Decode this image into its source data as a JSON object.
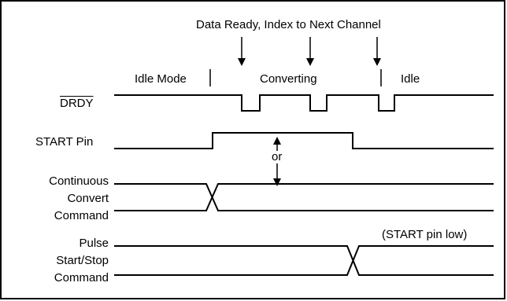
{
  "header": {
    "title": "Data Ready, Index to Next Channel"
  },
  "phases": {
    "idle_mode": "Idle Mode",
    "converting": "Converting",
    "idle": "Idle"
  },
  "signals": {
    "drdy": "DRDY",
    "start_pin": "START Pin",
    "continuous": [
      "Continuous",
      "Convert",
      "Command"
    ],
    "pulse": [
      "Pulse",
      "Start/Stop",
      "Command"
    ]
  },
  "annotations": {
    "or": "or",
    "start_pin_low": "(START pin low)"
  }
}
